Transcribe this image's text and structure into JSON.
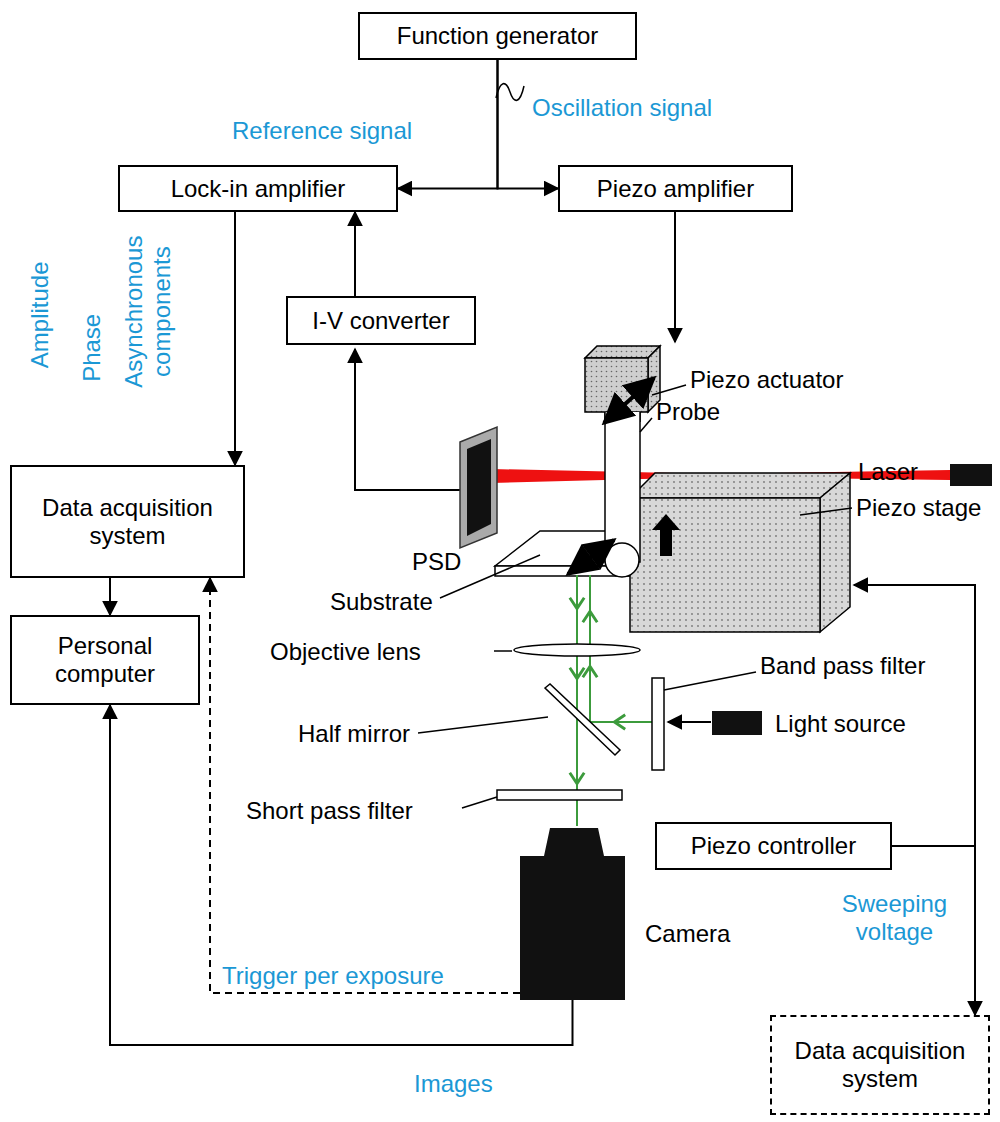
{
  "diagram": {
    "nodes": [
      {
        "text": [
          "Function generator"
        ]
      },
      {
        "text": [
          "Lock-in amplifier"
        ]
      },
      {
        "text": [
          "Piezo amplifier"
        ]
      },
      {
        "text": [
          "I-V converter"
        ]
      },
      {
        "text": [
          "Data acquisition system"
        ]
      },
      {
        "text": [
          "Personal computer"
        ]
      },
      {
        "text": [
          "Piezo controller"
        ]
      },
      {
        "text": [
          "Camera"
        ]
      },
      {
        "text": [
          "Data acquisition system"
        ]
      }
    ],
    "edges": [
      {
        "from": 0,
        "to": 1,
        "arrow": "to",
        "label": "Reference signal"
      },
      {
        "from": 0,
        "to": 2,
        "arrow": "to",
        "label": "Oscillation signal"
      },
      {
        "from": 3,
        "to": 1,
        "arrow": "to"
      },
      {
        "from": 1,
        "to": 4,
        "arrow": "to"
      },
      {
        "from": 4,
        "to": 5,
        "arrow": "to"
      },
      {
        "from": 7,
        "to": 5,
        "arrow": "to",
        "label": "Images"
      },
      {
        "from": 7,
        "to": 4,
        "arrow": "to",
        "label": "Trigger per exposure"
      },
      {
        "from": 6,
        "to": 8,
        "arrow": "to",
        "label": "Sweeping voltage"
      }
    ],
    "labels": [
      "Amplitude",
      "Phase",
      "Asynchronous components",
      "Piezo actuator",
      "Probe",
      "Laser",
      "PSD",
      "Piezo stage",
      "Substrate",
      "Band pass filter",
      "Light source",
      "Objective lens",
      "Half mirror",
      "Short pass filter"
    ]
  }
}
